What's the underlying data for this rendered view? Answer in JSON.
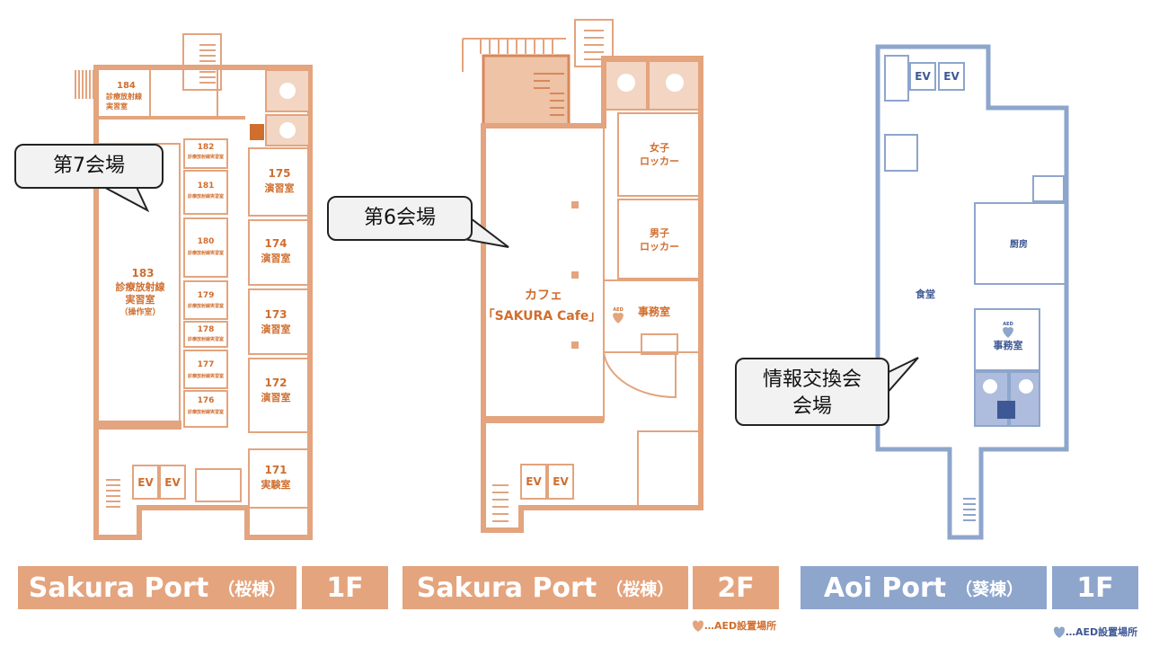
{
  "maps": {
    "sakura1f": {
      "rooms": {
        "r184_num": "184",
        "r184_name1": "診療放射線",
        "r184_name2": "実習室",
        "r183_num": "183",
        "r183_name1": "診療放射線",
        "r183_name2": "実習室",
        "r183_name3": "（操作室）",
        "r182": "182",
        "r181": "181",
        "r180": "180",
        "r179": "179",
        "r178": "178",
        "r177": "177",
        "r176": "176",
        "small_room_name": "診療放射線実習室",
        "r175_num": "175",
        "r175_name": "演習室",
        "r174_num": "174",
        "r174_name": "演習室",
        "r173_num": "173",
        "r173_name": "演習室",
        "r172_num": "172",
        "r172_name": "演習室",
        "r171_num": "171",
        "r171_name": "実験室",
        "ev1": "EV",
        "ev2": "EV"
      }
    },
    "sakura2f": {
      "rooms": {
        "locker_f1": "女子",
        "locker_f2": "ロッカー",
        "locker_m1": "男子",
        "locker_m2": "ロッカー",
        "office": "事務室",
        "cafe1": "カフェ",
        "cafe2": "「SAKURA Cafe」",
        "ev1": "EV",
        "ev2": "EV",
        "aed_mark": "AED"
      }
    },
    "aoi1f": {
      "rooms": {
        "ev1": "EV",
        "ev2": "EV",
        "kitchen": "厨房",
        "dining": "食堂",
        "office": "事務室",
        "aed_mark": "AED"
      }
    }
  },
  "callouts": {
    "venue7": "第7会場",
    "venue6": "第6会場",
    "info_line1": "情報交換会",
    "info_line2": "会場"
  },
  "labels": {
    "sakura1f_name": "Sakura Port",
    "sakura1f_sub": "（桜棟）",
    "sakura1f_floor": "1F",
    "sakura2f_name": "Sakura Port",
    "sakura2f_sub": "（桜棟）",
    "sakura2f_floor": "2F",
    "aoi_name": "Aoi Port",
    "aoi_sub": "（葵棟）",
    "aoi_floor": "1F"
  },
  "legend": {
    "aed_sakura": "…AED設置場所",
    "aed_aoi": "…AED設置場所"
  },
  "colors": {
    "sakura": "#e4a47e",
    "aoi": "#8ea5cc",
    "sakura_text": "#d06e2e",
    "aoi_text": "#3e5895"
  }
}
